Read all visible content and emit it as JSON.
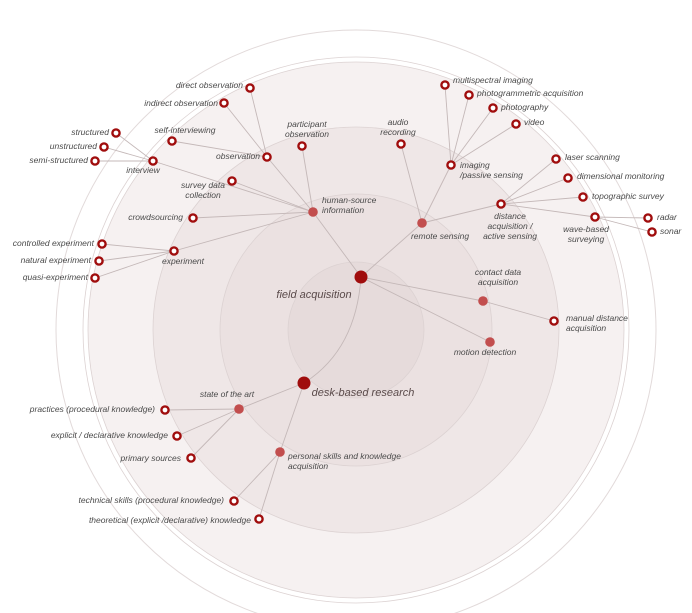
{
  "colors": {
    "ring": "#f3ecec",
    "ring_stroke": "#dcd2d2",
    "edge": "#c4b8b8",
    "node_dark": "#a00d0d",
    "node_mid": "#c24e4e",
    "leaf_stroke": "#a00d0d",
    "leaf_fill": "#ffffff"
  },
  "nodes": [
    {
      "id": "field",
      "name": "node-field-acquisition",
      "label": "field acquisition",
      "kind": "root",
      "lines": [
        "field acquisition"
      ]
    },
    {
      "id": "desk",
      "name": "node-desk-based-research",
      "label": "desk-based research",
      "kind": "root",
      "lines": [
        "desk-based research"
      ]
    },
    {
      "id": "human",
      "name": "node-human-source-information",
      "label": "human-source information",
      "kind": "mid",
      "lines": [
        "human-source",
        "information"
      ]
    },
    {
      "id": "remote",
      "name": "node-remote-sensing",
      "label": "remote sensing",
      "kind": "mid",
      "lines": [
        "remote sensing"
      ]
    },
    {
      "id": "contact",
      "name": "node-contact-data-acquisition",
      "label": "contact data acquisition",
      "kind": "mid",
      "lines": [
        "contact data",
        "acquisition"
      ]
    },
    {
      "id": "motion",
      "name": "node-motion-detection",
      "label": "motion detection",
      "kind": "mid",
      "lines": [
        "motion detection"
      ]
    },
    {
      "id": "sota",
      "name": "node-state-of-the-art",
      "label": "state of the art",
      "kind": "mid",
      "lines": [
        "state of the art"
      ]
    },
    {
      "id": "personal",
      "name": "node-personal-skills",
      "label": "personal skills and knowledge acquisition",
      "kind": "mid",
      "lines": [
        "personal skills and knowledge",
        "acquisition"
      ]
    },
    {
      "id": "observation",
      "name": "node-observation",
      "label": "observation",
      "kind": "leaf",
      "lines": [
        "observation"
      ]
    },
    {
      "id": "participant",
      "name": "node-participant-observation",
      "label": "participant observation",
      "kind": "leaf",
      "lines": [
        "participant",
        "observation"
      ]
    },
    {
      "id": "survey",
      "name": "node-survey-data-collection",
      "label": "survey data collection",
      "kind": "leaf",
      "lines": [
        "survey data",
        "collection"
      ]
    },
    {
      "id": "interview",
      "name": "node-interview",
      "label": "interview",
      "kind": "leaf",
      "lines": [
        "interview"
      ]
    },
    {
      "id": "crowdsourcing",
      "name": "node-crowdsourcing",
      "label": "crowdsourcing",
      "kind": "leaf",
      "lines": [
        "crowdsourcing"
      ]
    },
    {
      "id": "experiment",
      "name": "node-experiment",
      "label": "experiment",
      "kind": "leaf",
      "lines": [
        "experiment"
      ]
    },
    {
      "id": "direct_obs",
      "name": "node-direct-observation",
      "label": "direct observation",
      "kind": "leaf",
      "lines": [
        "direct observation"
      ]
    },
    {
      "id": "indirect_obs",
      "name": "node-indirect-observation",
      "label": "indirect observation",
      "kind": "leaf",
      "lines": [
        "indirect observation"
      ]
    },
    {
      "id": "self_int",
      "name": "node-self-interviewing",
      "label": "self-interviewing",
      "kind": "leaf",
      "lines": [
        "self-interviewing"
      ]
    },
    {
      "id": "structured",
      "name": "node-structured",
      "label": "structured",
      "kind": "leaf",
      "lines": [
        "structured"
      ]
    },
    {
      "id": "unstructured",
      "name": "node-unstructured",
      "label": "unstructured",
      "kind": "leaf",
      "lines": [
        "unstructured"
      ]
    },
    {
      "id": "semi",
      "name": "node-semi-structured",
      "label": "semi-structured",
      "kind": "leaf",
      "lines": [
        "semi-structured"
      ]
    },
    {
      "id": "controlled",
      "name": "node-controlled-experiment",
      "label": "controlled experiment",
      "kind": "leaf",
      "lines": [
        "controlled experiment"
      ]
    },
    {
      "id": "natural",
      "name": "node-natural-experiment",
      "label": "natural experiment",
      "kind": "leaf",
      "lines": [
        "natural experiment"
      ]
    },
    {
      "id": "quasi",
      "name": "node-quasi-experiment",
      "label": "quasi-experiment",
      "kind": "leaf",
      "lines": [
        "quasi-experiment"
      ]
    },
    {
      "id": "audio",
      "name": "node-audio-recording",
      "label": "audio recording",
      "kind": "leaf",
      "lines": [
        "audio",
        "recording"
      ]
    },
    {
      "id": "imaging",
      "name": "node-imaging-passive-sensing",
      "label": "imaging /passive sensing",
      "kind": "leaf",
      "lines": [
        "imaging",
        "/passive sensing"
      ]
    },
    {
      "id": "multispectral",
      "name": "node-multispectral-imaging",
      "label": "multispectral imaging",
      "kind": "leaf",
      "lines": [
        "multispectral imaging"
      ]
    },
    {
      "id": "photogrammetric",
      "name": "node-photogrammetric-acquisition",
      "label": "photogrammetric acquisition",
      "kind": "leaf",
      "lines": [
        "photogrammetric acquisition"
      ]
    },
    {
      "id": "photography",
      "name": "node-photography",
      "label": "photography",
      "kind": "leaf",
      "lines": [
        "photography"
      ]
    },
    {
      "id": "video",
      "name": "node-video",
      "label": "video",
      "kind": "leaf",
      "lines": [
        "video"
      ]
    },
    {
      "id": "distance",
      "name": "node-distance-acquisition",
      "label": "distance acquisition / active sensing",
      "kind": "leaf",
      "lines": [
        "distance",
        "acquisition /",
        "active sensing"
      ]
    },
    {
      "id": "laser",
      "name": "node-laser-scanning",
      "label": "laser scanning",
      "kind": "leaf",
      "lines": [
        "laser scanning"
      ]
    },
    {
      "id": "dimensional",
      "name": "node-dimensional-monitoring",
      "label": "dimensional monitoring",
      "kind": "leaf",
      "lines": [
        "dimensional monitoring"
      ]
    },
    {
      "id": "topographic",
      "name": "node-topographic-survey",
      "label": "topographic survey",
      "kind": "leaf",
      "lines": [
        "topographic survey"
      ]
    },
    {
      "id": "wave",
      "name": "node-wave-based-surveying",
      "label": "wave-based surveying",
      "kind": "leaf",
      "lines": [
        "wave-based",
        "surveying"
      ]
    },
    {
      "id": "radar",
      "name": "node-radar",
      "label": "radar",
      "kind": "leaf",
      "lines": [
        "radar"
      ]
    },
    {
      "id": "sonar",
      "name": "node-sonar",
      "label": "sonar",
      "kind": "leaf",
      "lines": [
        "sonar"
      ]
    },
    {
      "id": "manual",
      "name": "node-manual-distance-acquisition",
      "label": "manual distance acquisition",
      "kind": "leaf",
      "lines": [
        "manual distance",
        "acquisition"
      ]
    },
    {
      "id": "practices",
      "name": "node-practices",
      "label": "practices (procedural knowledge)",
      "kind": "leaf",
      "lines": [
        "practices (procedural knowledge)"
      ]
    },
    {
      "id": "explicit",
      "name": "node-explicit-knowledge",
      "label": "explicit / declarative knowledge",
      "kind": "leaf",
      "lines": [
        "explicit / declarative knowledge"
      ]
    },
    {
      "id": "primary",
      "name": "node-primary-sources",
      "label": "primary sources",
      "kind": "leaf",
      "lines": [
        "primary sources"
      ]
    },
    {
      "id": "technical",
      "name": "node-technical-skills",
      "label": "technical skills (procedural knowledge)",
      "kind": "leaf",
      "lines": [
        "technical skills (procedural knowledge)"
      ]
    },
    {
      "id": "theoretical",
      "name": "node-theoretical-knowledge",
      "label": "theoretical (explicit /declarative) knowledge",
      "kind": "leaf",
      "lines": [
        "theoretical (explicit /declarative) knowledge"
      ]
    }
  ],
  "edges": [
    [
      "field",
      "desk"
    ],
    [
      "field",
      "human"
    ],
    [
      "field",
      "remote"
    ],
    [
      "field",
      "contact"
    ],
    [
      "field",
      "motion"
    ],
    [
      "desk",
      "sota"
    ],
    [
      "desk",
      "personal"
    ],
    [
      "human",
      "observation"
    ],
    [
      "human",
      "participant"
    ],
    [
      "human",
      "survey"
    ],
    [
      "human",
      "interview"
    ],
    [
      "human",
      "crowdsourcing"
    ],
    [
      "human",
      "experiment"
    ],
    [
      "observation",
      "direct_obs"
    ],
    [
      "observation",
      "indirect_obs"
    ],
    [
      "observation",
      "self_int"
    ],
    [
      "interview",
      "structured"
    ],
    [
      "interview",
      "unstructured"
    ],
    [
      "interview",
      "semi"
    ],
    [
      "experiment",
      "controlled"
    ],
    [
      "experiment",
      "natural"
    ],
    [
      "experiment",
      "quasi"
    ],
    [
      "remote",
      "audio"
    ],
    [
      "remote",
      "imaging"
    ],
    [
      "remote",
      "distance"
    ],
    [
      "imaging",
      "multispectral"
    ],
    [
      "imaging",
      "photogrammetric"
    ],
    [
      "imaging",
      "photography"
    ],
    [
      "imaging",
      "video"
    ],
    [
      "distance",
      "laser"
    ],
    [
      "distance",
      "dimensional"
    ],
    [
      "distance",
      "topographic"
    ],
    [
      "distance",
      "wave"
    ],
    [
      "wave",
      "radar"
    ],
    [
      "wave",
      "sonar"
    ],
    [
      "contact",
      "manual"
    ],
    [
      "sota",
      "practices"
    ],
    [
      "sota",
      "explicit"
    ],
    [
      "sota",
      "primary"
    ],
    [
      "personal",
      "technical"
    ],
    [
      "personal",
      "theoretical"
    ]
  ]
}
